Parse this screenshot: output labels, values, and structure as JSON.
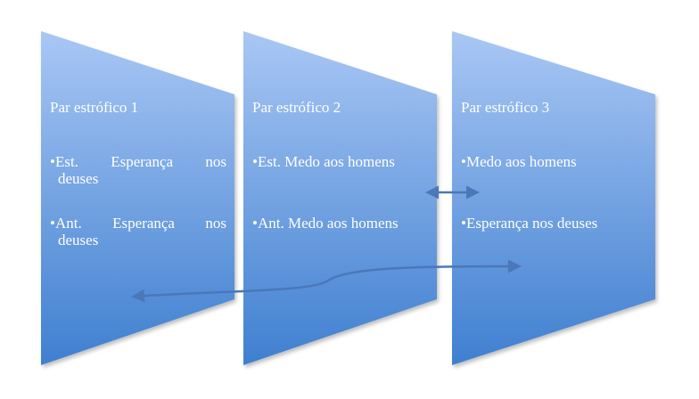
{
  "panels": [
    {
      "title": "Par estrófico 1",
      "items": [
        {
          "line1": "•Est.     Esperança     nos",
          "line2": "deuses"
        },
        {
          "line1": "•Ant.     Esperança     nos",
          "line2": "deuses"
        }
      ]
    },
    {
      "title": "Par estrófico 2",
      "items": [
        {
          "line1": "•Est. Medo aos homens"
        },
        {
          "line1": "•Ant. Medo aos homens"
        }
      ]
    },
    {
      "title": "Par estrófico 3",
      "items": [
        {
          "line1": "•Medo aos homens"
        },
        {
          "line1": "•Esperança nos deuses"
        }
      ]
    }
  ],
  "colors": {
    "panel_top": "#a9c7f4",
    "panel_bottom": "#3f7fd0",
    "connector": "#4a78b8"
  }
}
